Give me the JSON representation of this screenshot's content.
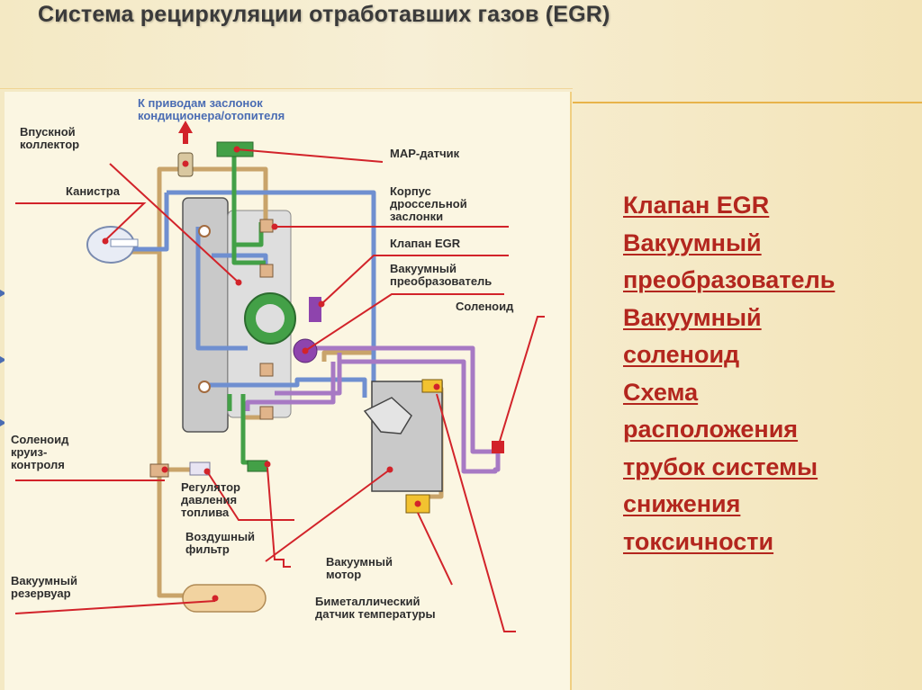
{
  "slide": {
    "title": "Система рециркуляции отработавших газов (EGR)"
  },
  "diagram": {
    "labels": {
      "hvac": "К приводам заслонок\nкондиционера/отопителя",
      "intake_manifold": "Впускной\nколлектор",
      "canister": "Канистра",
      "map_sensor": "MAP-датчик",
      "throttle_body": "Корпус\nдроссельной\nзаслонки",
      "egr_valve": "Клапан EGR",
      "vacuum_converter": "Вакуумный\nпреобразователь",
      "solenoid": "Соленоид",
      "cruise_solenoid": "Соленоид\nкруиз-\nконтроля",
      "fuel_pressure_regulator": "Регулятор\nдавления\nтоплива",
      "air_filter": "Воздушный\nфильтр",
      "vacuum_motor": "Вакуумный\nмотор",
      "vacuum_reservoir": "Вакуумный\nрезервуар",
      "bimetal_sensor": "Биметаллический\nдатчик температуры"
    }
  },
  "topics": [
    "Клапан EGR",
    "Вакуумный",
    "преобразователь",
    "Вакуумный",
    "соленоид",
    "Схема",
    "расположения",
    "трубок системы",
    "снижения",
    "токсичности"
  ],
  "colors": {
    "topic_text": "#b3261e",
    "leader_line": "#d2232a",
    "vacuum_blue": "#6f8fd0",
    "vacuum_green": "#43a047",
    "vacuum_purple": "#a779c4",
    "hose_tan": "#c9a46a"
  }
}
